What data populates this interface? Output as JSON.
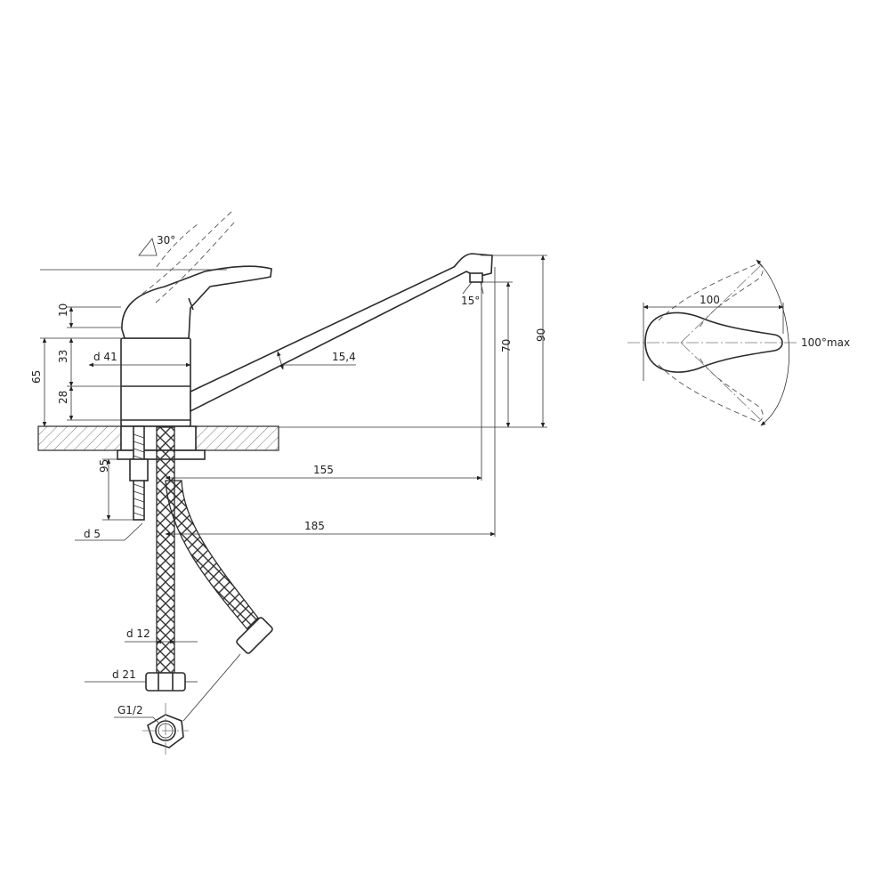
{
  "labels": {
    "lever_tilt_angle": "30°",
    "spout_tip_angle": "15°",
    "lever_height": "10",
    "body_upper_height": "33",
    "body_lower_height": "28",
    "total_body_height": "65",
    "body_diameter": "d 41",
    "spout_diameter": "15,4",
    "outlet_height": "70",
    "total_height": "90",
    "stud_length": "95",
    "spout_reach": "155",
    "total_reach": "185",
    "stud_diameter": "d 5",
    "hose_diameter": "d 12",
    "nut_diameter": "d 21",
    "thread": "G1/2",
    "handle_length": "100",
    "rotation_angle": "100°max"
  },
  "colors": {
    "stroke": "#2b2b2b",
    "text": "#222222",
    "hatch": "#555555"
  }
}
